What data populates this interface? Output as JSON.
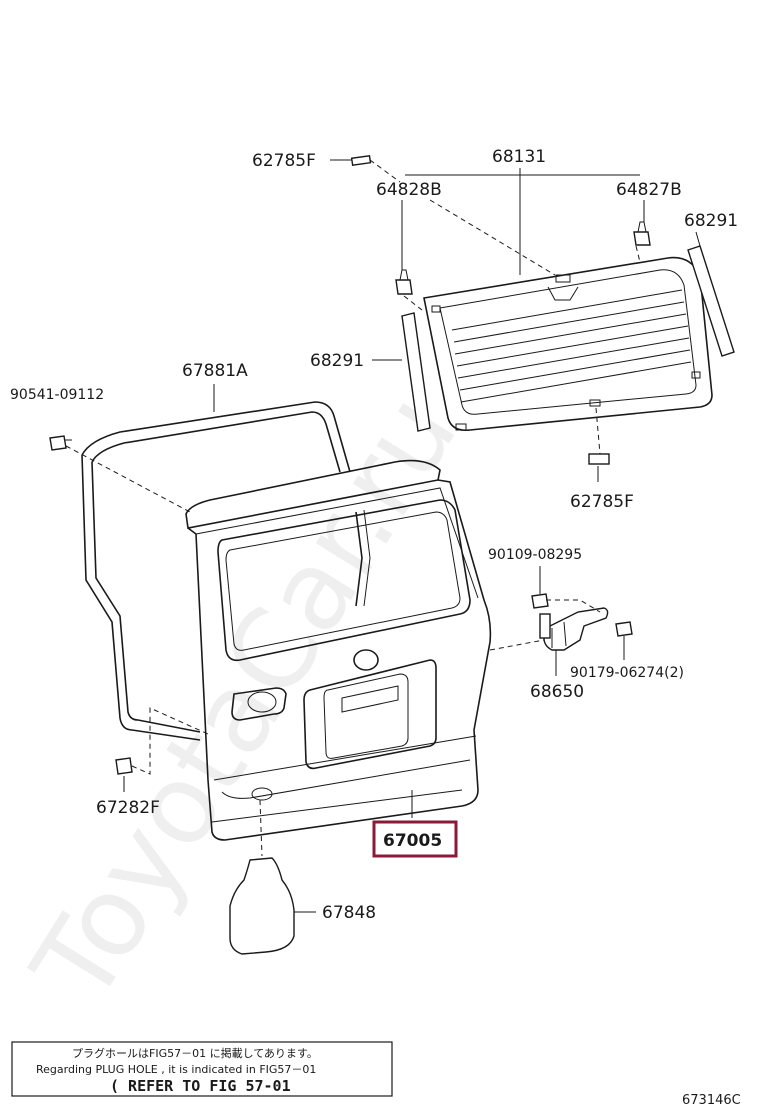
{
  "watermark": "ToyotaCar.ru",
  "labels": {
    "p62785F_top": "62785F",
    "p68131": "68131",
    "p64828B": "64828B",
    "p64827B": "64827B",
    "p68291_right": "68291",
    "p68291_left": "68291",
    "p67881A": "67881A",
    "p90541": "90541-09112",
    "p62785F_bottom": "62785F",
    "p90109": "90109-08295",
    "p90179": "90179-06274(2)",
    "p68650": "68650",
    "p67282F": "67282F",
    "p67005": "67005",
    "p67848": "67848"
  },
  "highlight_color": "#8b1a3a",
  "note": {
    "line1": "プラグホールはFIG57－01 に掲載してあります。",
    "line2": "Regarding  PLUG HOLE , it is indicated  in  FIG57－01",
    "line3": "( REFER TO FIG 57-01"
  },
  "figure_code": "673146C"
}
